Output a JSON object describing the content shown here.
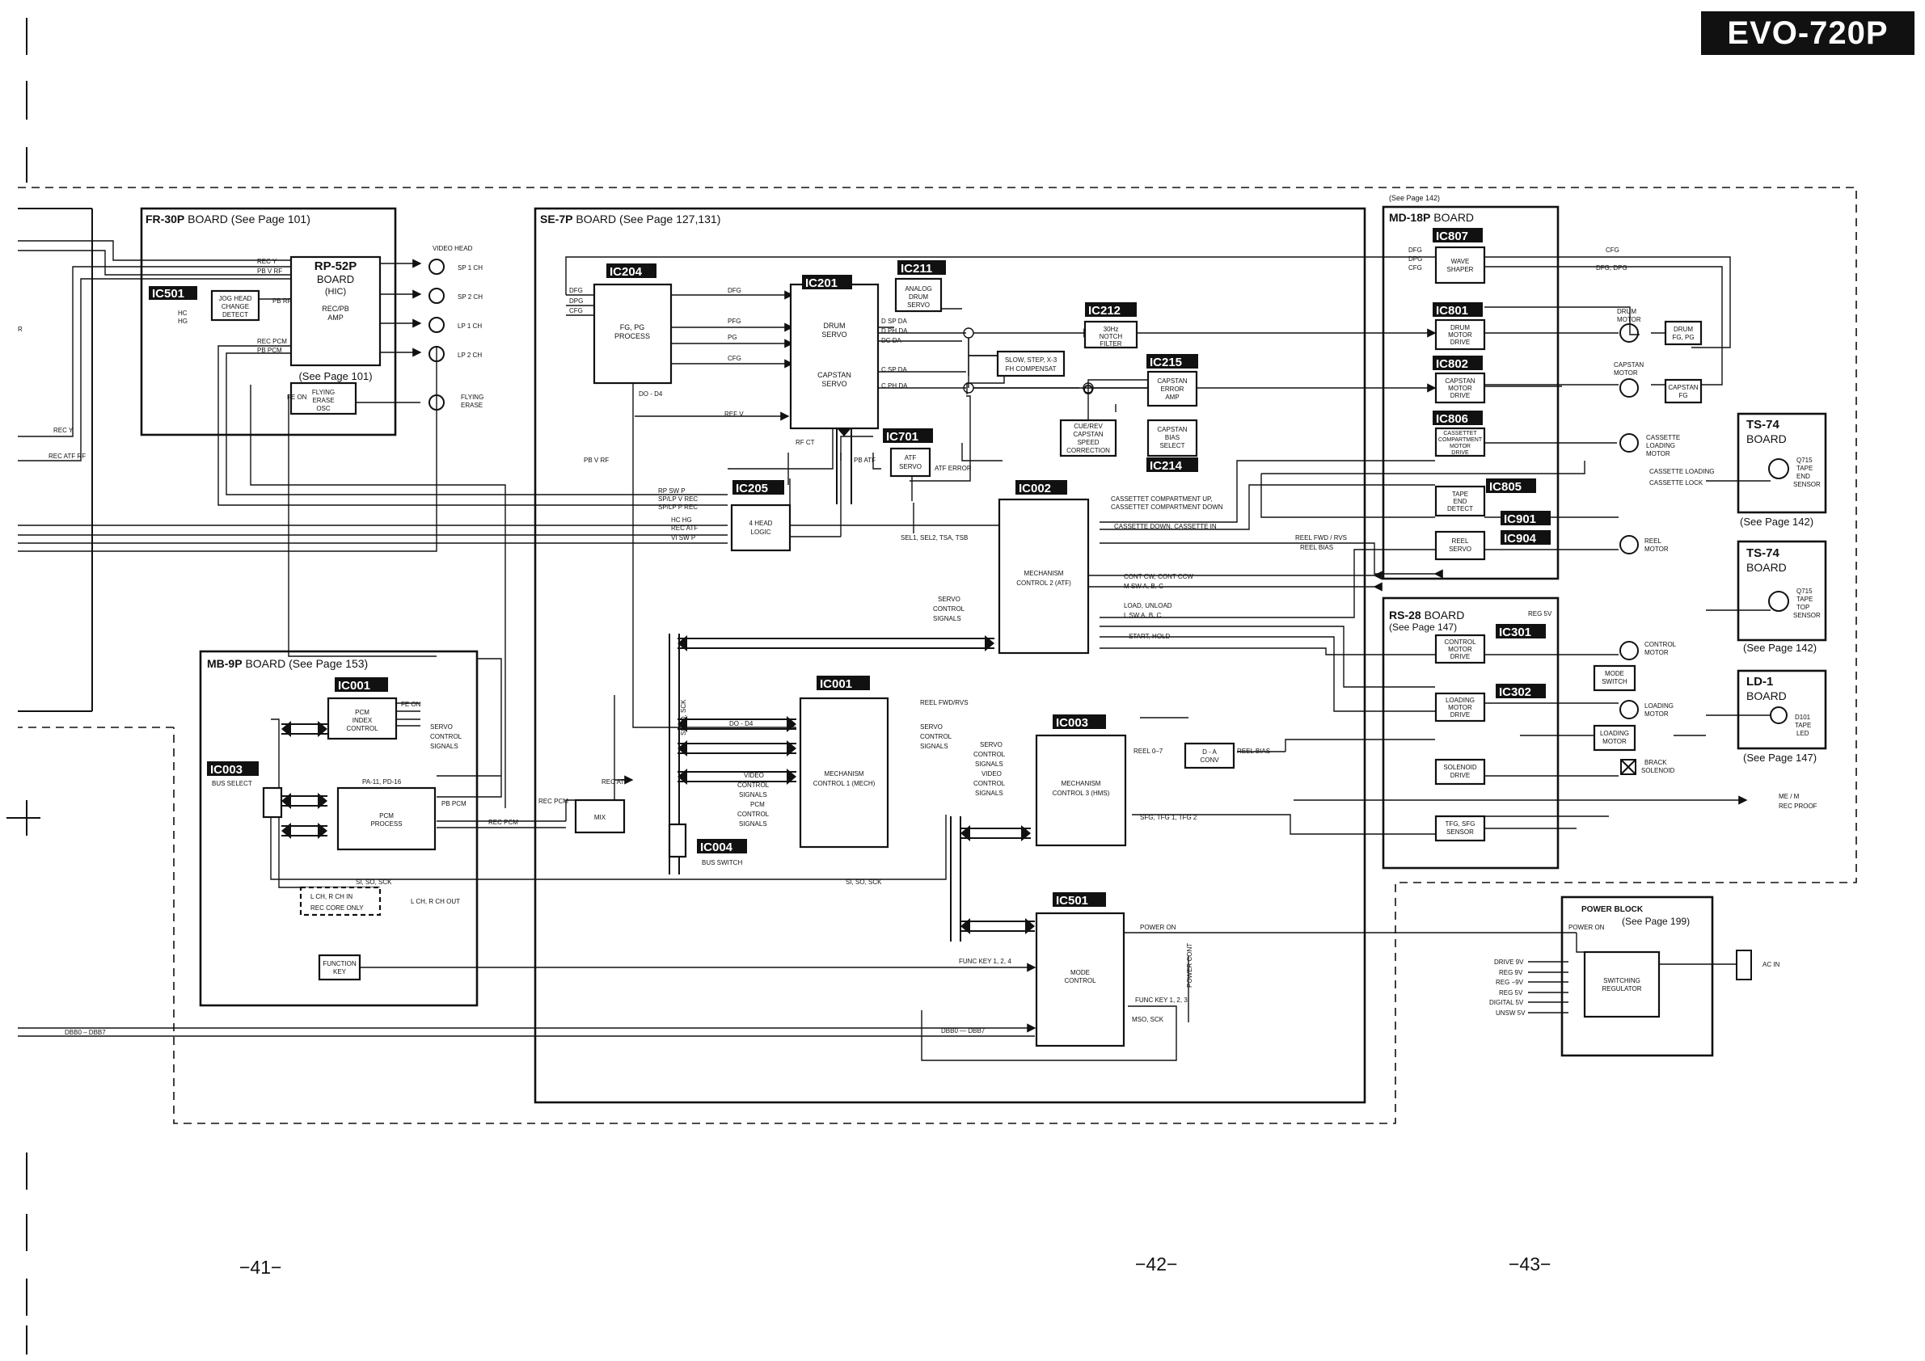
{
  "header": {
    "model": "EVO-720P"
  },
  "pages": [
    "−41−",
    "−42−",
    "−43−"
  ],
  "boards": {
    "fr30p": {
      "title": "FR-30P",
      "suffix": " BOARD (See Page 101)"
    },
    "se7p": {
      "title": "SE-7P",
      "suffix": " BOARD (See Page 127,131)"
    },
    "mb9p": {
      "title": "MB-9P",
      "suffix": " BOARD (See Page 153)"
    },
    "md18p": {
      "see": "(See Page 142)",
      "title": "MD-18P",
      "suffix": " BOARD"
    },
    "rs28": {
      "title": "RS-28",
      "suffix": " BOARD",
      "see": "(See Page 147)"
    },
    "ts74a": {
      "title": "TS-74",
      "sub": "BOARD",
      "see": "(See Page 142)"
    },
    "ts74b": {
      "title": "TS-74",
      "sub": "BOARD",
      "see": "(See Page 142)"
    },
    "ld1": {
      "title": "LD-1",
      "sub": "BOARD",
      "see": "(See Page 147)"
    },
    "power": {
      "title": "POWER BLOCK",
      "see": "(See Page 199)"
    }
  },
  "ic_badges": {
    "ic501_fr": "IC501",
    "ic204": "IC204",
    "ic201": "IC201",
    "ic211": "IC211",
    "ic212": "IC212",
    "ic215": "IC215",
    "ic214": "IC214",
    "ic701": "IC701",
    "ic205": "IC205",
    "ic002": "IC002",
    "ic001_se": "IC001",
    "ic003_se": "IC003",
    "ic004": "IC004",
    "ic501_se": "IC501",
    "ic001_mb": "IC001",
    "ic003_mb": "IC003",
    "ic807": "IC807",
    "ic801": "IC801",
    "ic802": "IC802",
    "ic806": "IC806",
    "ic805": "IC805",
    "ic901": "IC901",
    "ic904": "IC904",
    "ic301": "IC301",
    "ic302": "IC302"
  },
  "blocks": {
    "rp52p_title": "RP-52P",
    "rp52p_board": "BOARD",
    "rp52p_hic": "(HIC)",
    "rp52p_fn1": "REC/PB",
    "rp52p_fn2": "AMP",
    "rp52p_see": "(See Page 101)",
    "jog1": "JOG HEAD",
    "jog2": "CHANGE",
    "jog3": "DETECT",
    "fe1": "FLYING",
    "fe2": "ERASE",
    "fe3": "OSC",
    "fg1": "FG, PG",
    "fg2": "PROCESS",
    "drum1": "DRUM",
    "drum2": "SERVO",
    "cap1": "CAPSTAN",
    "cap2": "SERVO",
    "ads1": "ANALOG",
    "ads2": "DRUM",
    "ads3": "SERVO",
    "notch1": "30Hz",
    "notch2": "NOTCH",
    "notch3": "FILTER",
    "slow1": "SLOW, STEP, X-3",
    "slow2": "FH COMPENSAT",
    "cea1": "CAPSTAN",
    "cea2": "ERROR",
    "cea3": "AMP",
    "cbs1": "CAPSTAN",
    "cbs2": "BIAS",
    "cbs3": "SELECT",
    "cue1": "CUE/REV",
    "cue2": "CAPSTAN",
    "cue3": "SPEED",
    "cue4": "CORRECTION",
    "atf1": "ATF",
    "atf2": "SERVO",
    "hl1": "4 HEAD",
    "hl2": "LOGIC",
    "mc2a": "MECHANISM",
    "mc2b": "CONTROL 2 (ATF)",
    "mc1a": "MECHANISM",
    "mc1b": "CONTROL 1 (MECH)",
    "mc3a": "MECHANISM",
    "mc3b": "CONTROL 3 (HMS)",
    "da1": "D - A",
    "da2": "CONV",
    "mix": "MIX",
    "pii1": "PCM",
    "pii2": "INDEX",
    "pii3": "CONTROL",
    "pcmp1": "PCM",
    "pcmp2": "PROCESS",
    "fk1": "FUNCTION",
    "fk2": "KEY",
    "mode1": "MODE",
    "mode2": "CONTROL",
    "ws1": "WAVE",
    "ws2": "SHAPER",
    "dmd1": "DRUM",
    "dmd2": "MOTOR",
    "dmd3": "DRIVE",
    "cmd1": "CAPSTAN",
    "cmd2": "MOTOR",
    "cmd3": "DRIVE",
    "ccm1": "CASSETTET",
    "ccm2": "COMPARTMENT",
    "ccm3": "MOTOR",
    "ccm4": "DRIVE",
    "ted1": "TAPE",
    "ted2": "END",
    "ted3": "DETECT",
    "rs1": "REEL",
    "rs2": "SERVO",
    "ctm1": "CONTROL",
    "ctm2": "MOTOR",
    "ctm3": "DRIVE",
    "ms1": "MODE",
    "ms2": "SWITCH",
    "lmd1": "LOADING",
    "lmd2": "MOTOR",
    "lmd3": "DRIVE",
    "lm1": "LOADING",
    "lm2": "MOTOR",
    "sol1": "SOLENOID",
    "sol2": "DRIVE",
    "tfg1": "TFG, SFG",
    "tfg2": "SENSOR",
    "sw1": "SWITCHING",
    "sw2": "REGULATOR",
    "dfg1": "DRUM",
    "dfg2": "FG, PG",
    "cfg1": "CAPSTAN",
    "cfg2": "FG"
  },
  "labels": {
    "video_head": "VIDEO HEAD",
    "sp1": "SP 1 CH",
    "sp2": "SP 2 CH",
    "lp1": "LP 1 CH",
    "lp2": "LP 2 CH",
    "flying_erase1": "FLYING",
    "flying_erase2": "ERASE",
    "rec_y_fr": "REC Y",
    "pb_v_rf": "PB V RF",
    "hc": "HC",
    "hg": "HG",
    "pb_rf": "PB RF",
    "rec_pcm": "REC PCM",
    "pb_pcm": "PB PCM",
    "fe_on": "FE ON",
    "rec_y": "REC Y",
    "rec_atf_rf": "REC ATF RF",
    "dfg": "DFG",
    "dpg": "DPG",
    "cfg": "CFG",
    "dfg_bus": "DFG",
    "pfg": "PFG",
    "pg": "PG",
    "cfg_bus": "CFG",
    "d_sp_da": "D SP DA",
    "d_ph_da": "D PH DA",
    "dc_da": "DC DA",
    "c_sp_da": "C SP DA",
    "c_ph_da": "C PH DA",
    "do_d4": "DO - D4",
    "ref_v": "REF V",
    "rf_ct": "RF CT",
    "pb_atf": "PB ATF",
    "atf_error": "ATF ERROR",
    "pb_v_rf_se": "PB V RF",
    "rp_sw_p": "RP SW P",
    "splp_v_rec": "SP/LP V REC",
    "splp_p_rec": "SP/LP P REC",
    "hc_hg": "HC HG",
    "rec_atf": "REC ATF",
    "vi_sw_p": "VI SW P",
    "sel": "SEL1, SEL2, TSA, TSB",
    "cass_up": "CASSETTET COMPARTMENT UP,",
    "cass_down": "CASSETTET COMPARTMENT DOWN",
    "cass_dn": "CASSETTE DOWN, CASSETTE IN",
    "reel_fwd": "REEL FWD / RVS",
    "reel_bias": "REEL BIAS",
    "cont_cw": "CONT CW, CONT CCW",
    "m_sw": "M SW A, B, C",
    "load_unload": "LOAD, UNLOAD",
    "l_sw": "L SW A, B, C",
    "start_hold": "START, HOLD",
    "servo_sig1": "SERVO",
    "servo_sig2": "CONTROL",
    "servo_sig3": "SIGNALS",
    "reel_fwd_rvs": "REEL FWD/RVS",
    "do_d4_b": "DO - D4",
    "mc1_out1": "SERVO",
    "mc1_out2": "CONTROL",
    "mc1_out3": "SIGNALS",
    "mc1_in1": "VIDEO",
    "mc1_in2": "CONTROL",
    "mc1_in3": "SIGNALS",
    "mc1_in4": "PCM",
    "mc1_in5": "CONTROL",
    "mc1_in6": "SIGNALS",
    "mc3_in1": "SERVO",
    "mc3_in2": "CONTROL",
    "mc3_in3": "SIGNALS",
    "mc3_in4": "VIDEO",
    "mc3_in5": "CONTROL",
    "mc3_in6": "SIGNALS",
    "reel_0_7": "REEL 0–7",
    "reel_bias2": "REEL BIAS",
    "sfg": "SFG, TFG 1, TFG 2",
    "si_so_sck_v": "SI, SO, SCK",
    "bus_switch": "BUS SWITCH",
    "si_so_sck_h": "SI, SO, SCK",
    "bus_select": "BUS SELECT",
    "pa_pd": "PA-11, PD-16",
    "pb_pcm_mb": "PB PCM",
    "rec_pcm_mb": "REC PCM",
    "rec_pcm_mix": "REC PCM",
    "rec_atf_mix": "REC ATF",
    "pii_out1": "SERVO",
    "pii_out2": "CONTROL",
    "pii_out3": "SIGNALS",
    "si_so_sck_mb": "SI, SO, SCK",
    "lch1": "L CH, R CH IN",
    "lch2": "REC CORE ONLY",
    "lch_out": "L CH, R CH OUT",
    "power_on": "POWER ON",
    "power_cont": "POWER CONT",
    "func_key1": "FUNC KEY 1, 2, 4",
    "func_key2": "FUNC KEY 1, 2, 3",
    "mso_sck": "MSO, SCK",
    "db_left": "DBB0 – DBB7",
    "db_right": "DBB0 — DBB7",
    "wave_in1": "DFG",
    "wave_in2": "DPG",
    "wave_in3": "CFG",
    "cfg_r": "CFG",
    "dfg_dpg": "DFG, DPG",
    "drum_motor1": "DRUM",
    "drum_motor2": "MOTOR",
    "cap_motor1": "CAPSTAN",
    "cap_motor2": "MOTOR",
    "cass_motor1": "CASSETTE",
    "cass_motor2": "LOADING",
    "cass_motor3": "MOTOR",
    "cass_loading": "CASSETTE  LOADING",
    "cass_lock": "CASSETTE  LOCK",
    "reel_motor1": "REEL",
    "reel_motor2": "MOTOR",
    "reg_5v": "REG 5V",
    "ctrl_motor1": "CONTROL",
    "ctrl_motor2": "MOTOR",
    "load_motor1": "LOADING",
    "load_motor2": "MOTOR",
    "brake1": "BRACK",
    "brake2": "SOLENOID",
    "me_m": "ME / M",
    "rec_proof": "REC PROOF",
    "q715a1": "Q715",
    "q715a2": "TAPE",
    "q715a3": "END",
    "q715a4": "SENSOR",
    "q715b1": "Q715",
    "q715b2": "TAPE",
    "q715b3": "TOP",
    "q715b4": "SENSOR",
    "d101_1": "D101",
    "d101_2": "TAPE",
    "d101_3": "LED",
    "power_on_pb": "POWER ON",
    "drive9": "DRIVE 9V",
    "reg9": "REG 9V",
    "regm9": "REG −9V",
    "reg5": "REG 5V",
    "dig5": "DIGITAL 5V",
    "unsw5": "UNSW 5V",
    "ac_in": "AC IN",
    "vert_left": "R"
  }
}
